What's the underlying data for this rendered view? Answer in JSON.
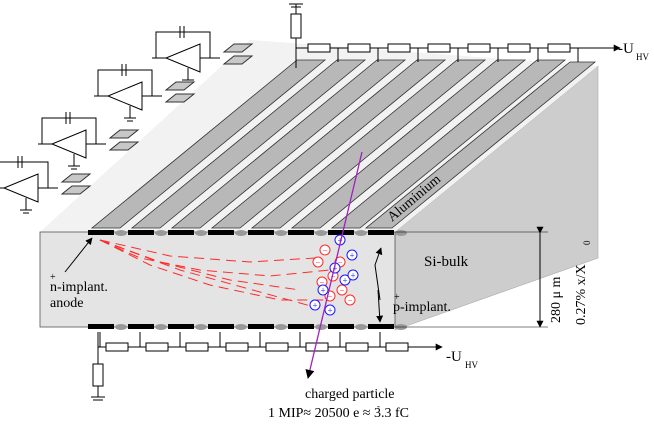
{
  "labels": {
    "hv_top": "-U",
    "hv_top_sub": "HV",
    "hv_bottom": "-U",
    "hv_bottom_sub": "HV",
    "aluminium": "Aluminium",
    "si_bulk": "Si-bulk",
    "n_implant_sup": "+",
    "n_implant": "n-implant.",
    "anode": "anode",
    "p_implant_sup": "+",
    "p_implant": "p-implant.",
    "thickness": "280 μ m",
    "radiation_length": "0.27% x/X",
    "radiation_length_sub": "0",
    "particle_line1": "charged particle",
    "particle_line2": "1 MIP≈  20500 e  ≈ 3.3 fC",
    "electron_sup": "-"
  },
  "charges": {
    "holes": "+",
    "electrons": "−"
  },
  "colors": {
    "hole": "#1a1aff",
    "electron": "#ff2a2a",
    "particle": "#a020c0",
    "electron_track": "#ff2a2a",
    "bulk_face": "#e2e2e2",
    "strip": "#b8b8b8",
    "side_face": "#cfcfcf",
    "implant": "#000000"
  },
  "icons": [
    "amplifier-icon",
    "capacitor-icon",
    "resistor-icon",
    "ground-icon",
    "arrow-icon"
  ]
}
